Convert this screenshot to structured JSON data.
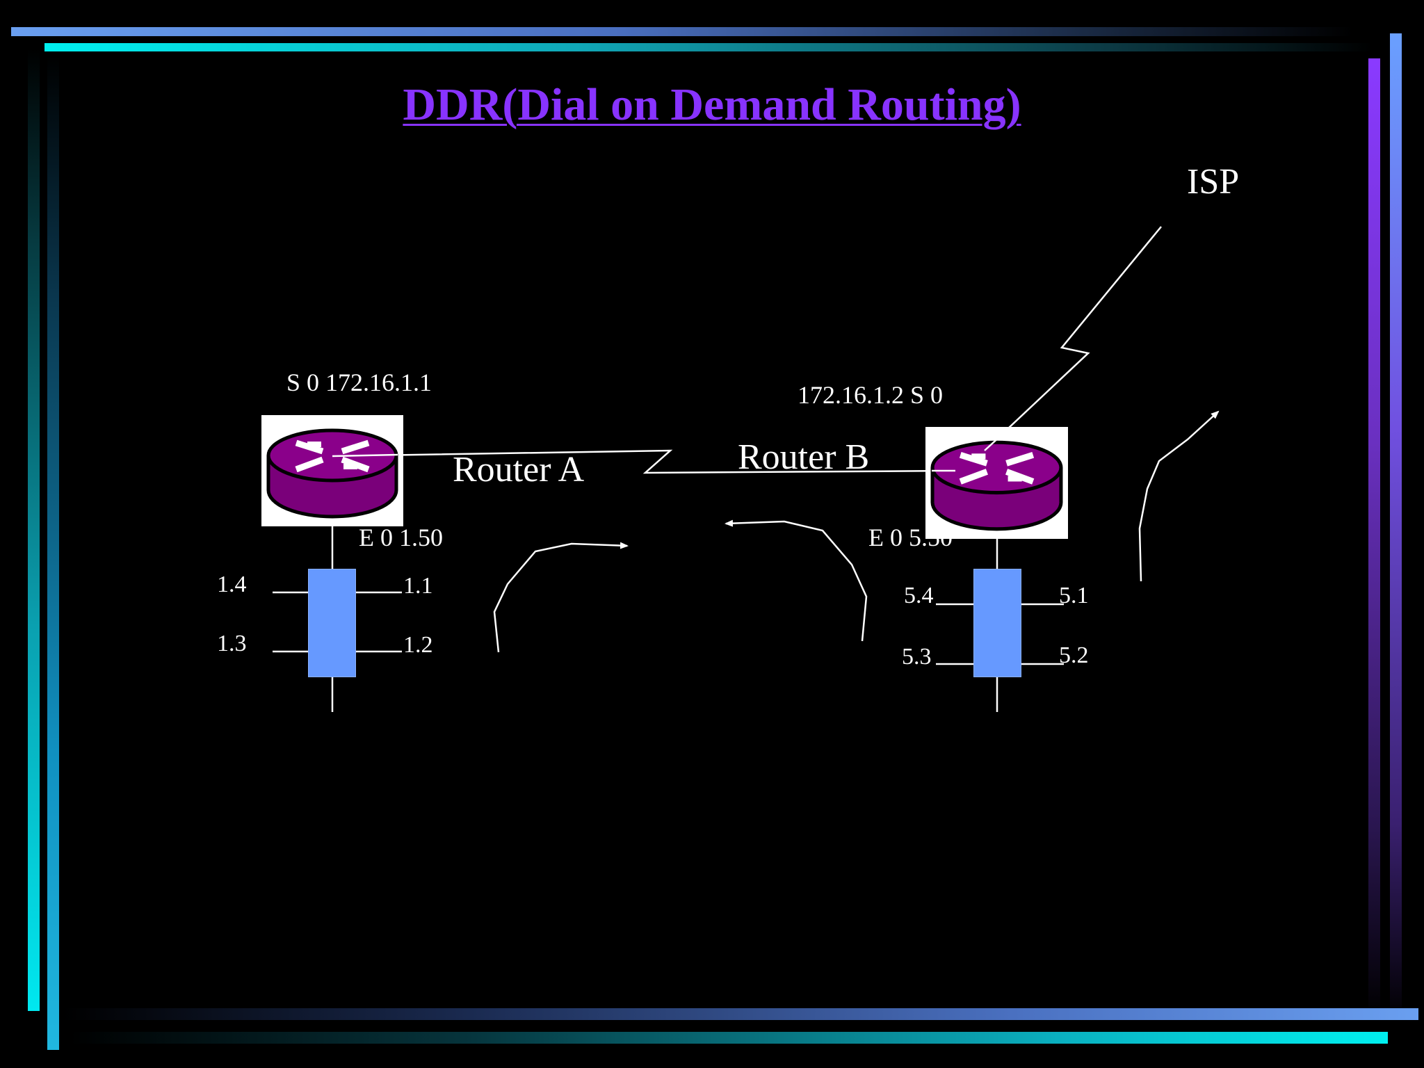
{
  "title": "DDR(Dial on Demand Routing)",
  "colors": {
    "title": "#8833ff",
    "router_body": "#7a007a",
    "hub": "#6699ff",
    "lines": "#ffffff",
    "background": "#000000"
  },
  "icons": [
    "router-icon",
    "hub-icon",
    "arrow-icon"
  ],
  "labels": {
    "isp": "ISP",
    "router_a": "Router A",
    "router_b": "Router B",
    "router_a_serial": "S 0 172.16.1.1",
    "router_b_serial": "172.16.1.2  S 0",
    "router_a_ethernet": "E 0 1.50",
    "router_b_ethernet": "E 0 5.50"
  },
  "hosts_a": {
    "top_left": "1.4",
    "bottom_left": "1.3",
    "top_right": "1.1",
    "bottom_right": "1.2"
  },
  "hosts_b": {
    "top_left": "5.4",
    "bottom_left": "5.3",
    "top_right": "5.1",
    "bottom_right": "5.2"
  }
}
